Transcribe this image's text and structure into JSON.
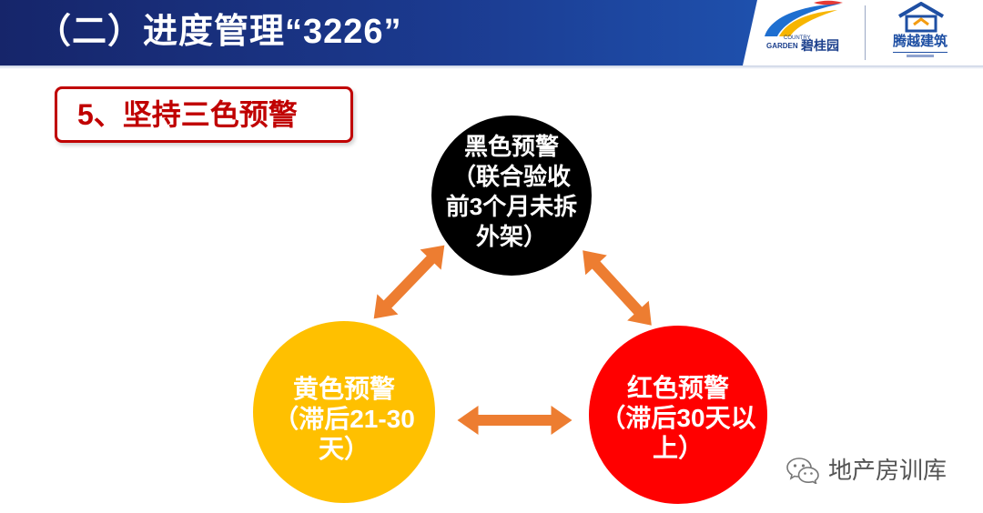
{
  "header": {
    "title": "（二）进度管理“3226”",
    "country_garden_logo": {
      "top_word": "COUNTRY",
      "word": "GARDEN",
      "name": "碧桂园"
    },
    "tengyue_logo": {
      "name": "腾越建筑"
    }
  },
  "section_label": "5、坚持三色预警",
  "warnings": {
    "black": {
      "color": "#000000",
      "lines": [
        "黑色预警",
        "（联合验收",
        "前3个月未拆",
        "外架）"
      ]
    },
    "yellow": {
      "color": "#FFC000",
      "lines": [
        "黄色预警",
        "（滞后21-30",
        "天）"
      ]
    },
    "red": {
      "color": "#FF0000",
      "lines": [
        "红色预警",
        "（滞后30天以",
        "上）"
      ]
    }
  },
  "arrows": {
    "color": "#ED7D31"
  },
  "watermark": {
    "icon": "wechat-icon",
    "text": "地产房训库"
  },
  "theme": {
    "header_blue": "#1b3a8f",
    "label_red": "#C00000"
  }
}
